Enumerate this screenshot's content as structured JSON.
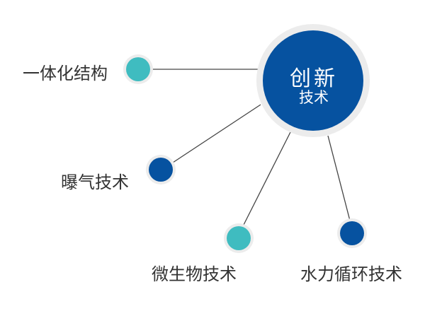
{
  "center": {
    "line1": "创新",
    "line2": "技术",
    "color": "#0652a0"
  },
  "nodes": [
    {
      "label": "一体化结构",
      "color": "#3fbcc0"
    },
    {
      "label": "曝气技术",
      "color": "#0652a0"
    },
    {
      "label": "微生物技术",
      "color": "#3fbcc0"
    },
    {
      "label": "水力循环技术",
      "color": "#0652a0"
    }
  ]
}
